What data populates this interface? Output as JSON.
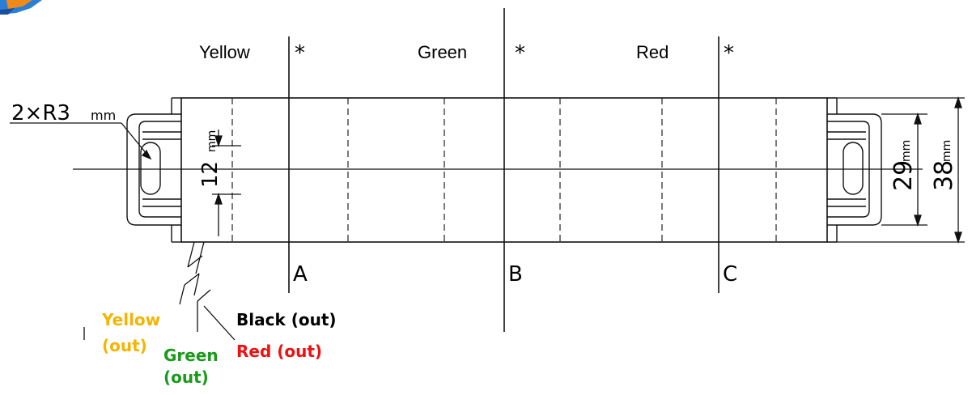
{
  "colors": {
    "line": "#111111",
    "yellow": "#f5b400",
    "green": "#1a9a1a",
    "red": "#ee1111",
    "black": "#000000"
  },
  "zone_labels": {
    "yellow": "Yellow",
    "green": "Green",
    "red": "Red"
  },
  "separator_marker": "*",
  "section_letters": {
    "a": "A",
    "b": "B",
    "c": "C"
  },
  "dimensions": {
    "hole": "2×R3",
    "hole_unit": "mm",
    "center_height": "12",
    "center_unit": "mm",
    "inner_height": "29",
    "inner_unit": "mm",
    "outer_height": "38",
    "outer_unit": "mm"
  },
  "wire_labels": {
    "yellow_line1": "Yellow",
    "yellow_line2": "(out)",
    "green_line1": "Green",
    "green_line2": "(out)",
    "black": "Black (out)",
    "red": "Red (out)"
  },
  "corner_logo": "logo-icon"
}
